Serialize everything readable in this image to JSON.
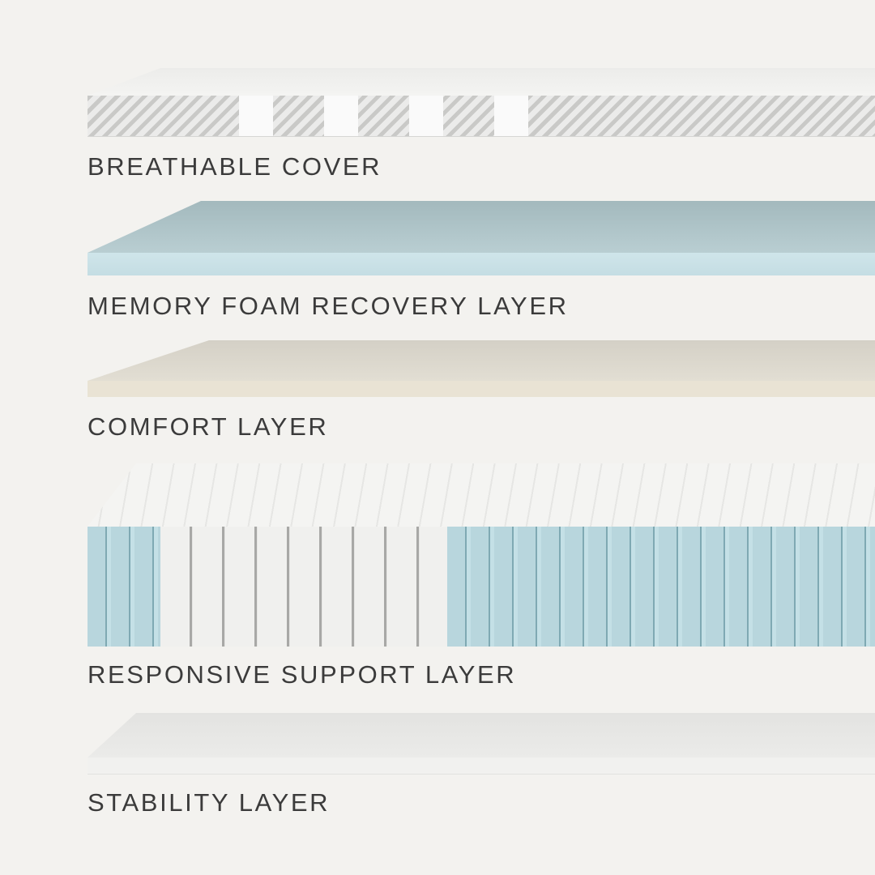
{
  "layers": [
    {
      "label": "BREATHABLE COVER",
      "color": "#e9e9e7"
    },
    {
      "label": "MEMORY FOAM RECOVERY LAYER",
      "color": "#c4dde3"
    },
    {
      "label": "COMFORT LAYER",
      "color": "#e2ded3"
    },
    {
      "label": "RESPONSIVE SUPPORT LAYER",
      "color": "#b8d6dd"
    },
    {
      "label": "STABILITY LAYER",
      "color": "#ebebe9"
    }
  ]
}
